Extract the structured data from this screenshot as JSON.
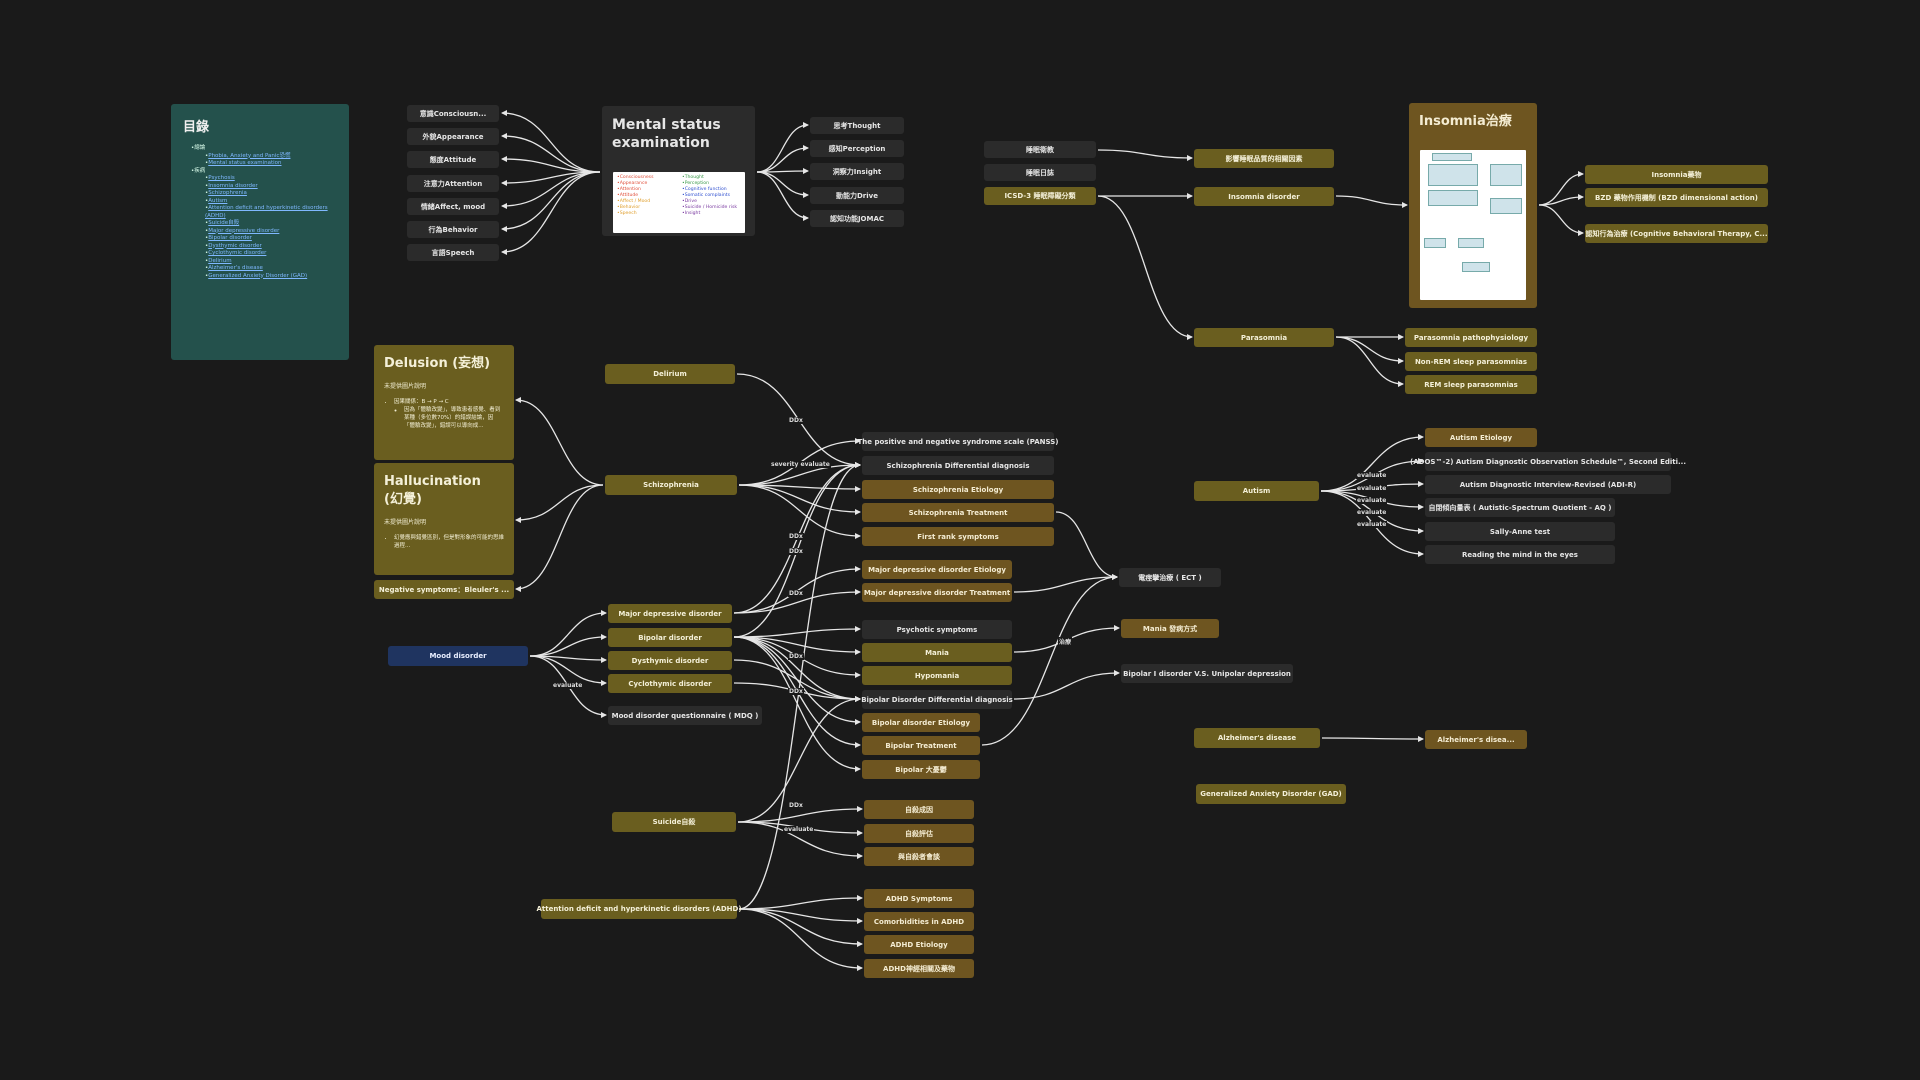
{
  "toc": {
    "title": "目錄",
    "groups": [
      {
        "label": "總論",
        "items": [
          "Phobia, Anxiety and Panic恐慌",
          "Mental status examination"
        ]
      },
      {
        "label": "疾病",
        "items": [
          "Psychosis",
          "Insomnia disorder",
          "Schizophrenia",
          "Autism",
          "Attention deficit and hyperkinetic disorders (ADHD)",
          "Suicide自殺",
          "Major depressive disorder",
          "Bipolar disorder",
          "Dysthymic disorder",
          "Cyclothymic disorder",
          "Delirium",
          "Alzheimer's disease",
          "Generalized Anxiety Disorder (GAD)"
        ]
      }
    ]
  },
  "mse": {
    "title": "Mental status examination",
    "left_items": [
      "意識Consciousn...",
      "外貌Appearance",
      "態度Attitude",
      "注意力Attention",
      "情緒Affect, mood",
      "行為Behavior",
      "言語Speech"
    ],
    "right_items": [
      "思考Thought",
      "感知Perception",
      "洞察力Insight",
      "動能力Drive",
      "認知功能JOMAC"
    ],
    "table_col1": [
      "•Consciousness",
      "•Appearance",
      "•Attention",
      "•Attitude",
      "•Affect / Mood",
      "•Behavior",
      "•Speech"
    ],
    "table_col2": [
      "•Thought",
      "•Perception",
      "•Cognitive function",
      "•Somatic complaints",
      "•Drive",
      "•Suicide / Homicide risk",
      "•Insight"
    ]
  },
  "insomnia": {
    "top_nodes": [
      "睡眠衛教",
      "睡眠日誌",
      "ICSD-3 睡眠障礙分類"
    ],
    "mid_nodes": [
      "影響睡眠品質的相關因素",
      "Insomnia disorder"
    ],
    "card_title": "Insomnia治療",
    "right_nodes": [
      "Insomnia藥物",
      "BZD 藥物作用機制 (BZD dimensional action)",
      "認知行為治療 (Cognitive Behavioral Therapy, C..."
    ],
    "parasomnia": "Parasomnia",
    "parasomnia_children": [
      "Parasomnia pathophysiology",
      "Non-REM sleep parasomnias",
      "REM sleep parasomnias"
    ]
  },
  "cards": {
    "delusion_title": "Delusion (妄想)",
    "delusion_img": "未提供圖片說明",
    "delusion_bullet": "因果關係：B → P → C",
    "delusion_sub": "因為「體驗改變」，導致患者感覺、看到某種（多位數70%）的錯誤結論，因「體驗改變」，錯誤可以導向成...",
    "hallucination_title": "Hallucination (幻覺)",
    "hallucination_img": "未提供圖片說明",
    "hallucination_bullet": "幻覺應與錯覺區別，但是對形象的可能的思維過程...",
    "negative": "Negative symptoms：Bleuler's ..."
  },
  "schizo": {
    "delirium": "Delirium",
    "schizophrenia": "Schizophrenia",
    "children": [
      "The positive and negative syndrome scale (PANSS)",
      "Schizophrenia Differential diagnosis",
      "Schizophrenia Etiology",
      "Schizophrenia Treatment",
      "First rank symptoms"
    ]
  },
  "mood": {
    "root": "Mood disorder",
    "children": [
      "Major depressive disorder",
      "Bipolar disorder",
      "Dysthymic disorder",
      "Cyclothymic disorder",
      "Mood disorder questionnaire ( MDQ )"
    ],
    "mdd_children": [
      "Major depressive disorder Etiology",
      "Major depressive disorder Treatment"
    ],
    "bipolar_children": [
      "Psychotic symptoms",
      "Mania",
      "Hypomania",
      "Bipolar Disorder Differential diagnosis",
      "Bipolar disorder Etiology",
      "Bipolar Treatment",
      "Bipolar 大憂鬱"
    ],
    "ect": "電痙攣治療 ( ECT )",
    "mania_treat": "Mania 發病方式",
    "bipolar_vs": "Bipolar I disorder V.S. Unipolar depression"
  },
  "suicide": {
    "root": "Suicide自殺",
    "children": [
      "自殺成因",
      "自殺評估",
      "與自殺者會談"
    ]
  },
  "adhd": {
    "root": "Attention deficit and hyperkinetic disorders (ADHD)",
    "children": [
      "ADHD Symptoms",
      "Comorbidities in ADHD",
      "ADHD Etiology",
      "ADHD神經相關及藥物"
    ]
  },
  "autism": {
    "root": "Autism",
    "children": [
      "Autism Etiology",
      "(ADOS™-2) Autism Diagnostic Observation Schedule™, Second Editi...",
      "Autism Diagnostic Interview-Revised (ADI-R)",
      "自閉傾向量表 ( Autistic-Spectrum Quotient - AQ )",
      "Sally-Anne test",
      "Reading the mind in the eyes"
    ]
  },
  "alz": {
    "root": "Alzheimer's disease",
    "child": "Alzheimer's disea..."
  },
  "gad": "Generalized Anxiety Disorder (GAD)",
  "edge_labels": {
    "ddx": "DDx",
    "severity": "severity",
    "evaluate": "evaluate",
    "treat": "治療"
  }
}
